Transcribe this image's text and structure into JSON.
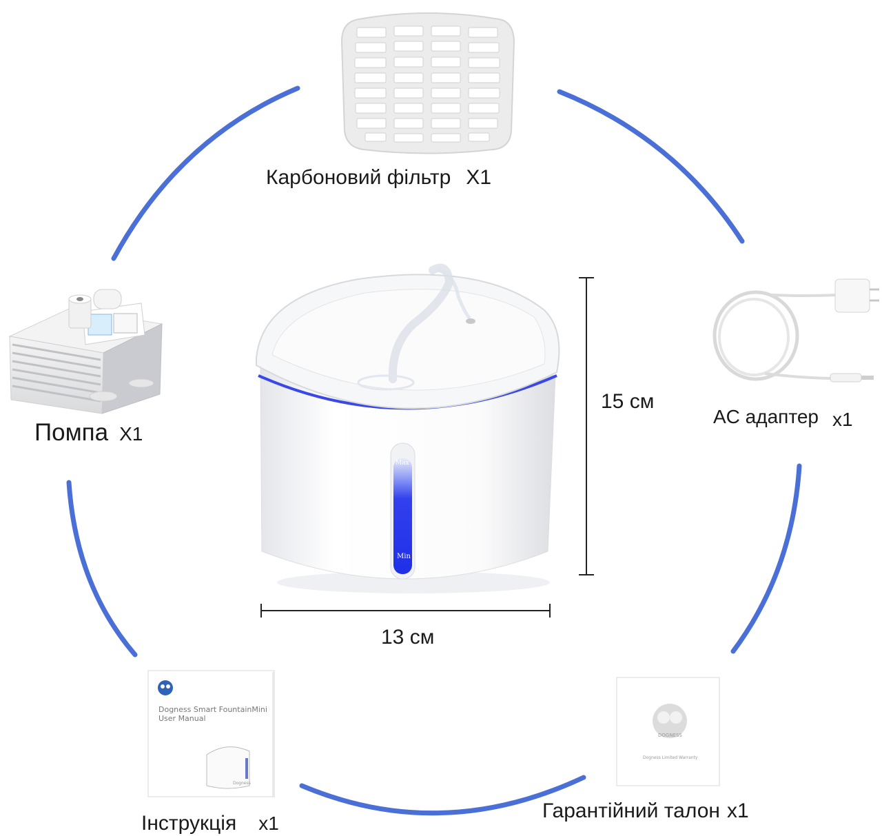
{
  "items": {
    "filter": {
      "name": "Карбоновий фільтр",
      "qty": "X1"
    },
    "pump": {
      "name": "Помпа",
      "qty": "X1"
    },
    "adapter": {
      "name": "AC адаптер",
      "qty": "x1"
    },
    "manual": {
      "name": "Інструкція",
      "qty": "x1",
      "cover_line1": "Dogness Smart FountainMini",
      "cover_line2": "User Manual",
      "cover_footer": "Dogness"
    },
    "warranty": {
      "name": "Гарантійний талон",
      "qty": "x1",
      "brand": "DOGNESS",
      "cover_text": "Dogness Limited Warranty"
    }
  },
  "fountain": {
    "height": "15 см",
    "width": "13 см",
    "level_max": "Max",
    "level_min": "Min"
  },
  "colors": {
    "ring": "#4a6fd6",
    "level_led": "#2c3ef0"
  }
}
